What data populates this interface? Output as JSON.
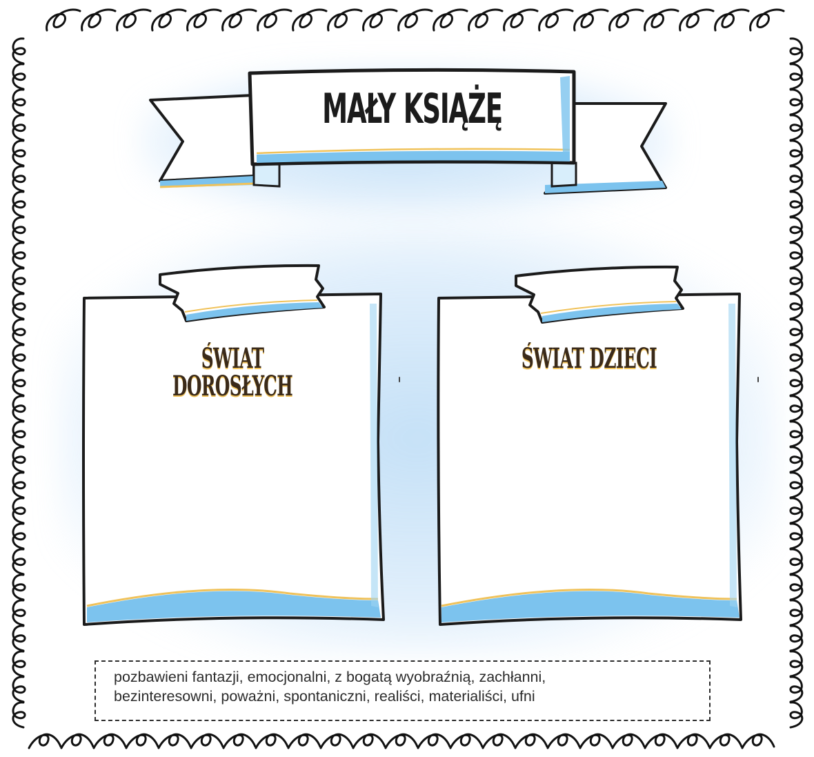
{
  "title": "MAŁY KSIĄŻĘ",
  "cards": [
    {
      "heading": "ŚWIAT DOROSŁYCH",
      "content": ""
    },
    {
      "heading": "ŚWIAT DZIECI",
      "content": ""
    }
  ],
  "word_bank": {
    "line1": "pozbawieni fantazji, emocjonalni, z bogatą wyobraźnią, zachłanni,",
    "line2": "bezinteresowni, poważni, spontaniczni, realiści, materialiści, ufni"
  },
  "colors": {
    "accent_blue": "#7cc3ee",
    "accent_yellow": "#f0c25a",
    "ink": "#1b1b1b"
  }
}
